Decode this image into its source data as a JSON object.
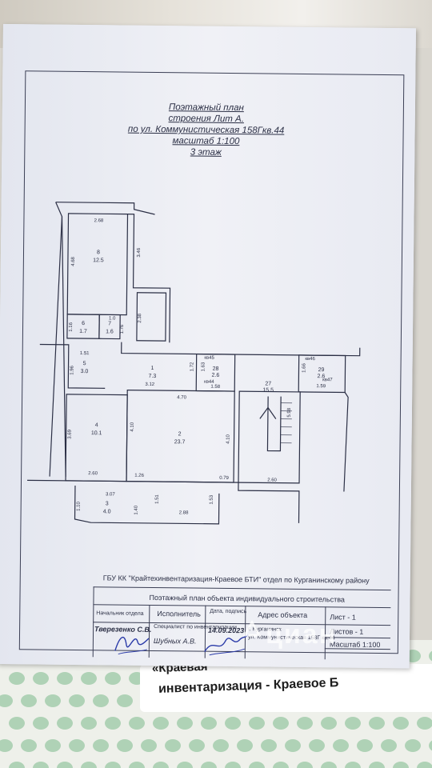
{
  "document": {
    "title_lines": [
      "Поэтажный план",
      "строения Лит А.",
      "по ул. Коммунистическая 158Гкв.44",
      "масштаб 1:100",
      "3 этаж"
    ]
  },
  "plan": {
    "rooms": [
      {
        "num": "8",
        "area": "12.5"
      },
      {
        "num": "6",
        "area": "1.7"
      },
      {
        "num": "7",
        "area": "1.6"
      },
      {
        "num": "5",
        "area": "3.0"
      },
      {
        "num": "1",
        "area": "7.3"
      },
      {
        "num": "28",
        "area": "2.6"
      },
      {
        "num": "27",
        "area": "15.5"
      },
      {
        "num": "29",
        "area": "2.6"
      },
      {
        "num": "4",
        "area": "10.1"
      },
      {
        "num": "2",
        "area": "23.7"
      },
      {
        "num": "3",
        "area": "4.0"
      }
    ],
    "dimensions": [
      "2.68",
      "4.68",
      "3.46",
      "2.38",
      "1.16",
      "1.0",
      "1.76",
      "1.51",
      "1.96",
      "3.12",
      "1.72",
      "1.63",
      "1.58",
      "1.66",
      "1.59",
      "4.70",
      "5.98",
      "4.10",
      "4.10",
      "3.69",
      "2.60",
      "1.26",
      "0.79",
      "2.60",
      "3.07",
      "1.10",
      "1.40",
      "1.51",
      "2.88",
      "1.53"
    ],
    "apartments": [
      "кв45",
      "кв44",
      "кв46",
      "кв47"
    ]
  },
  "stamp": {
    "org": "ГБУ КК \"Крайтехинвентаризация-Краевое БТИ\" отдел по Курганинскому району",
    "doc_title": "Поэтажный план объекта индивидуального строительства",
    "col_head": "Начальник отдела",
    "col_exec": "Исполнитель",
    "col_date": "Дата, подпись",
    "col_addr": "Адрес объекта",
    "head_name": "Тверезенко С.В.",
    "exec_role": "Специалист по инвентаризации",
    "exec_name": "Шубных А.В.",
    "date": "14.09.2023",
    "addr1": "г. Курганинск",
    "addr2": "ул. Коммунистическая 158Г кв.44",
    "sheet": "Лист - 1",
    "sheets": "Листов - 1",
    "scale": "Масштаб 1:100"
  },
  "banner": {
    "line1": "«Краевая",
    "line2": "инвентаризация - Краевое Б"
  },
  "watermark": {
    "text": "циан"
  },
  "colors": {
    "ink": "#2b2f45",
    "paper": "#eceef5",
    "accent_green": "#7bb98a"
  }
}
